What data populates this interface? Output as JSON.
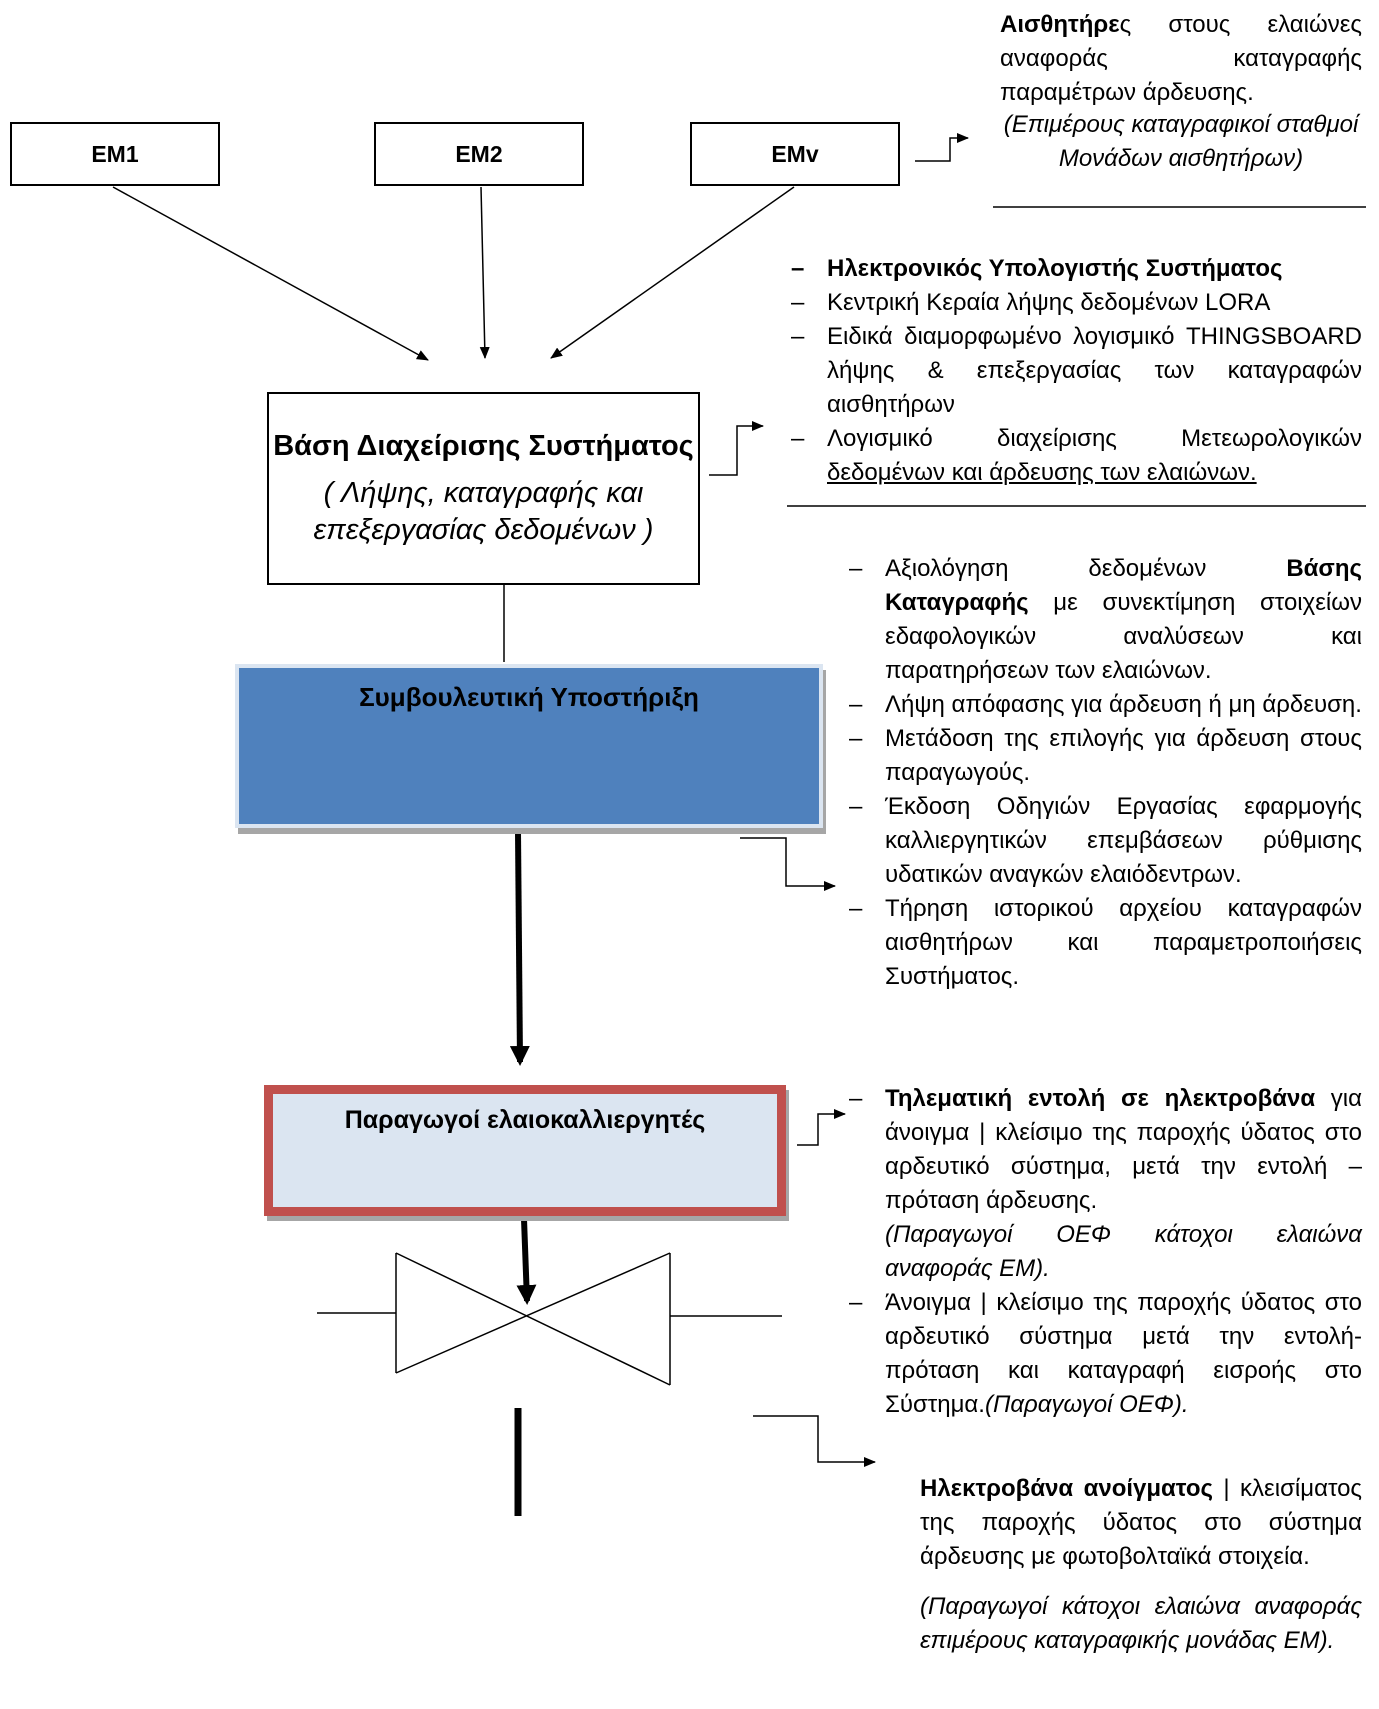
{
  "sensors": {
    "heading_bold": "Αισθητήρε",
    "heading_rest": "ς στους ελαιώνες αναφοράς καταγραφής παραμέτρων άρδευσης.",
    "note": "(Επιμέρους καταγραφικοί σταθμοί Μονάδων αισθητήρων)",
    "boxes": [
      "EM1",
      "EM2",
      "EMv"
    ]
  },
  "database": {
    "title": "Βάση Διαχείρισης Συστήματος",
    "subtitle": "( Λήψης, καταγραφής και επεξεργασίας δεδομένων )",
    "items": [
      "Ηλεκτρονικός Υπολογιστής Συστήματος",
      "Κεντρική Κεραία λήψης δεδομένων LORA",
      "Ειδικά διαμορφωμένο λογισμικό THINGSBOARD λήψης & επεξεργασίας των καταγραφών αισθητήρων",
      "Λογισμικό διαχείρισης Μετεωρολογικών",
      "δεδομένων και άρδευσης των ελαιώνων."
    ]
  },
  "advisory": {
    "label": "Συμβουλευτική  Υποστήριξη",
    "items": [
      {
        "pre": "Αξιολόγηση δεδομένων ",
        "bold": "Βάσης Καταγραφής",
        "post": " με συνεκτίμηση στοιχείων εδαφολογικών αναλύσεων και παρατηρήσεων των ελαιώνων."
      },
      {
        "pre": "Λήψη απόφασης για άρδευση ή μη άρδευση.",
        "bold": "",
        "post": ""
      },
      {
        "pre": "Μετάδοση της επιλογής για άρδευση στους παραγωγούς.",
        "bold": "",
        "post": ""
      },
      {
        "pre": "Έκδοση Οδηγιών Εργασίας εφαρμογής καλλιεργητικών επεμβάσεων ρύθμισης υδατικών αναγκών ελαιόδεντρων.",
        "bold": "",
        "post": ""
      },
      {
        "pre": "Τήρηση ιστορικού αρχείου καταγραφών αισθητήρων και παραμετροποιήσεις Συστήματος.",
        "bold": "",
        "post": ""
      }
    ]
  },
  "producers": {
    "label": "Παραγωγοί ελαιοκαλλιεργητές",
    "item1_bold": "Τηλεματική εντολή σε ηλεκτροβάνα",
    "item1_text": " για άνοιγμα | κλείσιμο της παροχής ύδατος στο αρδευτικό σύστημα, μετά την εντολή – πρόταση άρδευσης.",
    "item1_note": "(Παραγωγοί ΟΕΦ κάτοχοι ελαιώνα αναφοράς ΕΜ).",
    "item2_text": "Άνοιγμα | κλείσιμο της παροχής ύδατος στο αρδευτικό σύστημα μετά την εντολή-πρόταση και καταγραφή εισροής στο Σύστημα.",
    "item2_note": "(Παραγωγοί ΟΕΦ)."
  },
  "valve": {
    "heading_bold": "Ηλεκτροβάνα ανοίγματος",
    "heading_rest": " | κλεισίματος της παροχής ύδατος στο σύστημα άρδευσης με φωτοβολταϊκά στοιχεία.",
    "note": "(Παραγωγοί κάτοχοι ελαιώνα αναφοράς επιμέρους καταγραφικής μονάδας ΕΜ)."
  }
}
